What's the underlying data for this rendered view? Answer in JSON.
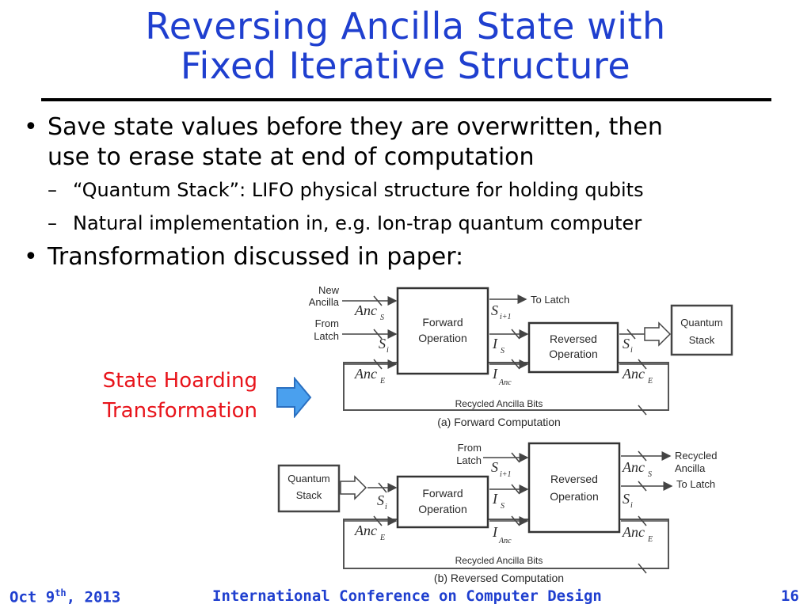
{
  "title": {
    "line1": "Reversing Ancilla State with",
    "line2": "Fixed Iterative Structure"
  },
  "bullets": [
    {
      "text_line1": "Save state values before they are overwritten, then",
      "text_line2": "use to erase state at end of computation"
    },
    {
      "sub": "“Quantum Stack”: LIFO physical structure for holding qubits"
    },
    {
      "sub": "Natural implementation in, e.g. Ion-trap quantum computer"
    },
    {
      "text": "Transformation discussed in paper:"
    }
  ],
  "side_label": {
    "line1": "State Hoarding",
    "line2": "Transformation"
  },
  "diagram": {
    "top": {
      "new": "New",
      "ancilla": "Ancilla",
      "from": "From",
      "latch": "Latch",
      "forward1": "Forward",
      "forward2": "Operation",
      "reversed1": "Reversed",
      "reversed2": "Operation",
      "to_latch": "To Latch",
      "quantum": "Quantum",
      "stack": "Stack",
      "recycled": "Recycled Ancilla Bits",
      "caption": "(a) Forward Computation"
    },
    "bottom": {
      "quantum": "Quantum",
      "stack": "Stack",
      "from": "From",
      "latch": "Latch",
      "forward1": "Forward",
      "forward2": "Operation",
      "reversed1": "Reversed",
      "reversed2": "Operation",
      "recycled_out1": "Recycled",
      "recycled_out2": "Ancilla",
      "to_latch": "To Latch",
      "recycled": "Recycled Ancilla Bits",
      "caption": "(b) Reversed Computation"
    },
    "symbols": {
      "anc": "Anc",
      "s": "S",
      "i_cap": "I",
      "sub_s": "S",
      "sub_e": "E",
      "sub_i": "i",
      "sub_i1": "i+1"
    }
  },
  "footer": {
    "date_pre": "Oct 9",
    "date_sup": "th",
    "date_post": ", 2013",
    "conference": "International Conference on Computer Design",
    "page": "16"
  },
  "colors": {
    "title": "#1f3fcf",
    "label": "#e8141b",
    "arrow_fill": "#4aa0ee"
  }
}
